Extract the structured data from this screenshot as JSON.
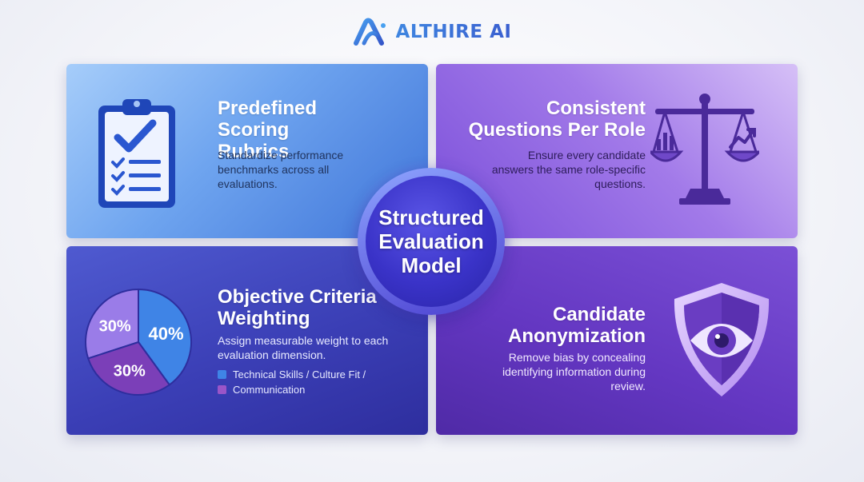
{
  "brand": {
    "name": "ALTHIRE AI",
    "logo_icon": "althire-logo-icon",
    "color": "#3b7fd8"
  },
  "center": {
    "label": "Structured Evaluation Model"
  },
  "cards": {
    "rubrics": {
      "title": "Predefined Scoring Rubrics",
      "description": "Standardize performance benchmarks across all evaluations.",
      "icon": "clipboard-checklist-icon"
    },
    "questions": {
      "title": "Consistent Questions Per Role",
      "description": "Ensure every candidate answers the same role-specific questions.",
      "icon": "balance-scale-icon"
    },
    "weighting": {
      "title": "Objective Criteria Weighting",
      "description": "Assign measurable weight to each evaluation dimension.",
      "icon": "pie-chart-icon",
      "pie": [
        {
          "label": "30%",
          "value": 30,
          "color": "#9a7ce8"
        },
        {
          "label": "40%",
          "value": 40,
          "color": "#3f84e6"
        },
        {
          "label": "30%",
          "value": 30,
          "color": "#7b3fb8"
        }
      ],
      "legend": [
        {
          "text": "Technical Skills / Culture Fit /",
          "color": "#3f84e6"
        },
        {
          "text": "Communication",
          "color": "#9a55c8"
        }
      ]
    },
    "anonymization": {
      "title": "Candidate Anonymization",
      "description": "Remove bias by concealing identifying information during review.",
      "icon": "shield-eye-icon"
    }
  },
  "colors": {
    "blue_accent": "#3f74d8",
    "purple_accent": "#7a4ed9",
    "indigo_accent": "#3b3fb6",
    "violet_accent": "#6437c2"
  }
}
